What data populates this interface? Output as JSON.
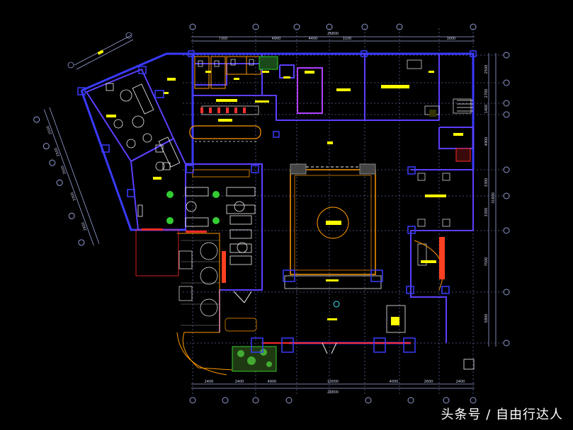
{
  "drawing": {
    "colors": {
      "background": "#000000",
      "wall": "#3a3aff",
      "wall_alt": "#6a3cff",
      "dimension": "#9aa4d8",
      "grid_bubble": "#8f9ad0",
      "furniture": "#f0f0f0",
      "label": "#ffff00",
      "outline": "#ff9900",
      "red": "#ff2a2a",
      "green": "#33cc33",
      "orange": "#ff8a3a",
      "cyan": "#35e8ff",
      "magenta": "#ff40ff",
      "gray": "#888888"
    },
    "dimensions": {
      "top_total": "26800",
      "top_segments": [
        "7300",
        "4900",
        "4400",
        "3100",
        "3000"
      ],
      "bottom_total": "26800",
      "bottom_segments": [
        "2400",
        "2400",
        "4900",
        "10000",
        "4000",
        "2600",
        "2400"
      ],
      "right_segments": [
        "2500",
        "2700",
        "1400",
        "4900",
        "3300",
        "3300",
        "7500",
        "5800"
      ],
      "right_total": "31800",
      "left_segments": [
        "2500",
        "2500",
        "3500",
        "3300",
        "2900"
      ]
    }
  },
  "watermark": {
    "text": "头条号 / 自由行达人"
  }
}
